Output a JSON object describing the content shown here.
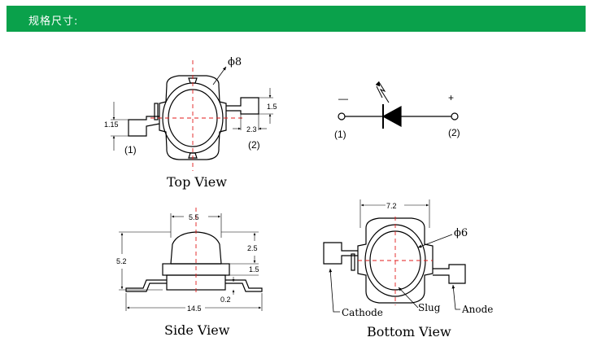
{
  "header": {
    "title": "规格尺寸:",
    "color": "#0aa14b"
  },
  "top_view": {
    "caption": "Top View",
    "diameter": "ϕ8",
    "dim_pin_height": "1.5",
    "dim_pin_offset": "2.3",
    "dim_left": "1.15",
    "pin1": "(1)",
    "pin2": "(2)"
  },
  "symbol": {
    "minus": "—",
    "plus": "+",
    "pin1": "(1)",
    "pin2": "(2)"
  },
  "side_view": {
    "caption": "Side View",
    "dim_lens_width": "5.5",
    "dim_total_height": "5.2",
    "dim_lens_height": "2.5",
    "dim_body_height": "1.5",
    "dim_offset": "0.2",
    "dim_total_width": "14.5"
  },
  "bottom_view": {
    "caption": "Bottom View",
    "dim_width": "7.2",
    "diameter": "ϕ6",
    "cathode": "Cathode",
    "slug": "Slug",
    "anode": "Anode"
  }
}
